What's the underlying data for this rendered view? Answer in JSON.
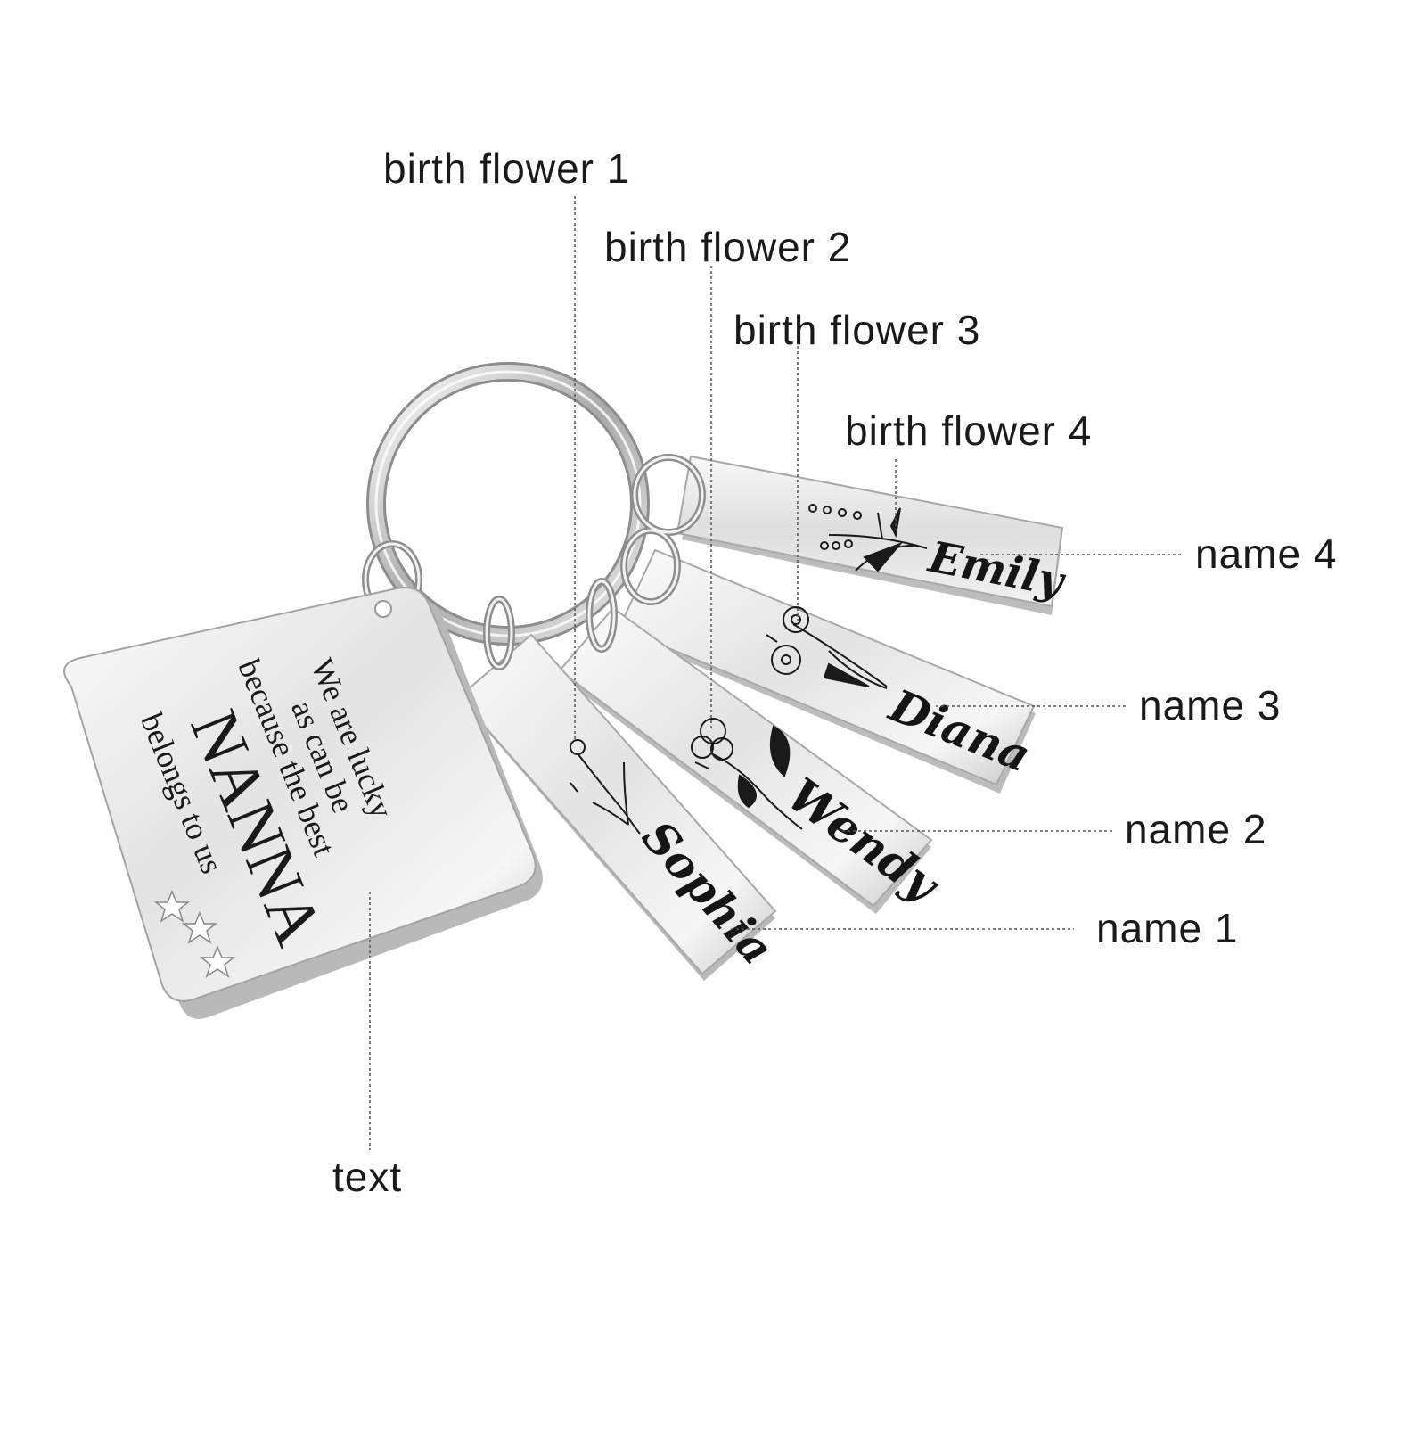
{
  "labels": {
    "birth_flower_1": "birth flower 1",
    "birth_flower_2": "birth flower 2",
    "birth_flower_3": "birth flower 3",
    "birth_flower_4": "birth flower 4",
    "name_1": "name 1",
    "name_2": "name 2",
    "name_3": "name 3",
    "name_4": "name 4",
    "text": "text"
  },
  "main_tag": {
    "line1": "We are lucky",
    "line2": "as can be",
    "line3": "because the best",
    "line4": "NANNA",
    "line5": "belongs to us"
  },
  "names": {
    "name1": "Sophia",
    "name2": "Wendy",
    "name3": "Diana",
    "name4": "Emily"
  },
  "colors": {
    "metal_light": "#f4f4f4",
    "metal_mid": "#d6d6d6",
    "metal_dark": "#9a9a9a",
    "engraving": "#151515",
    "leader_line": "#555555"
  }
}
